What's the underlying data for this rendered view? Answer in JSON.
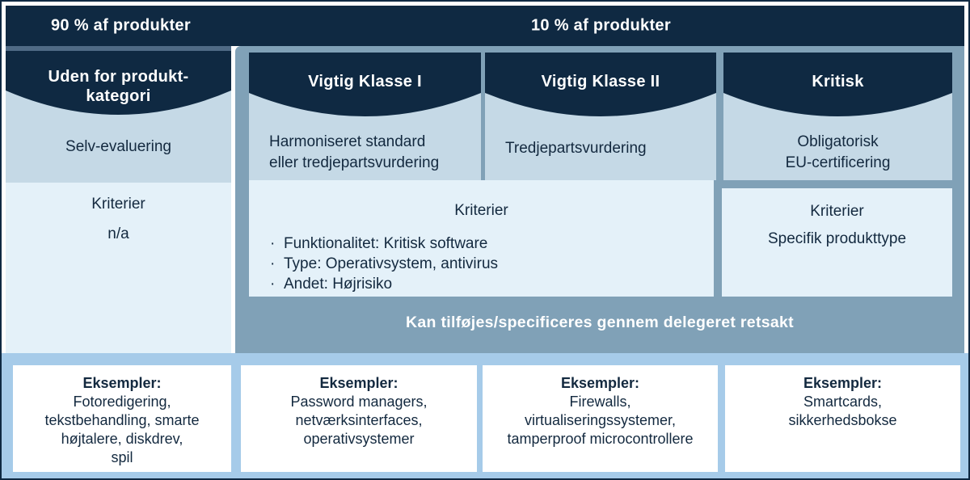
{
  "header_row": {
    "left_share_label": "90 % af produkter",
    "right_share_label": "10 % af produkter"
  },
  "columns": [
    {
      "title_lines": [
        "Uden for produkt-",
        "kategori"
      ],
      "assessment_lines": [
        "Selv-evaluering"
      ]
    },
    {
      "title_lines": [
        "Vigtig Klasse I"
      ],
      "assessment_lines": [
        "Harmoniseret standard",
        "eller tredjepartsvurdering"
      ]
    },
    {
      "title_lines": [
        "Vigtig Klasse II"
      ],
      "assessment_lines": [
        "Tredjepartsvurdering"
      ]
    },
    {
      "title_lines": [
        "Kritisk"
      ],
      "assessment_lines": [
        "Obligatorisk",
        "EU-certificering"
      ]
    }
  ],
  "criteria": {
    "outside": {
      "title": "Kriterier",
      "value": "n/a"
    },
    "important": {
      "title": "Kriterier",
      "bullet": "·",
      "bullets": [
        "Funktionalitet: Kritisk software",
        "Type: Operativsystem, antivirus",
        "Andet: Højrisiko"
      ]
    },
    "critical": {
      "title": "Kriterier",
      "value": "Specifik produkttype"
    }
  },
  "delegated_act_note": "Kan tilføjes/specificeres gennem delegeret retsakt",
  "examples": [
    {
      "title": "Eksempler:",
      "lines": [
        "Fotoredigering,",
        "tekstbehandling, smarte",
        "højtalere, diskdrev,",
        "spil"
      ]
    },
    {
      "title": "Eksempler:",
      "lines": [
        "Password managers,",
        "netværksinterfaces,",
        "operativsystemer"
      ]
    },
    {
      "title": "Eksempler:",
      "lines": [
        "Firewalls,",
        "virtualiseringssystemer,",
        "tamperproof microcontrollere"
      ]
    },
    {
      "title": "Eksempler:",
      "lines": [
        "Smartcards,",
        "sikkerhedsbokse"
      ]
    }
  ],
  "colors": {
    "navy": "#0f2942",
    "panel_blue_grey": "#80a1b7",
    "light_blue": "#c5d9e6",
    "lighter_blue": "#e4f1f9",
    "bottom_strip_blue": "#a6cbe9",
    "slate_line": "#4f6a85",
    "text_navy": "#13293f"
  }
}
